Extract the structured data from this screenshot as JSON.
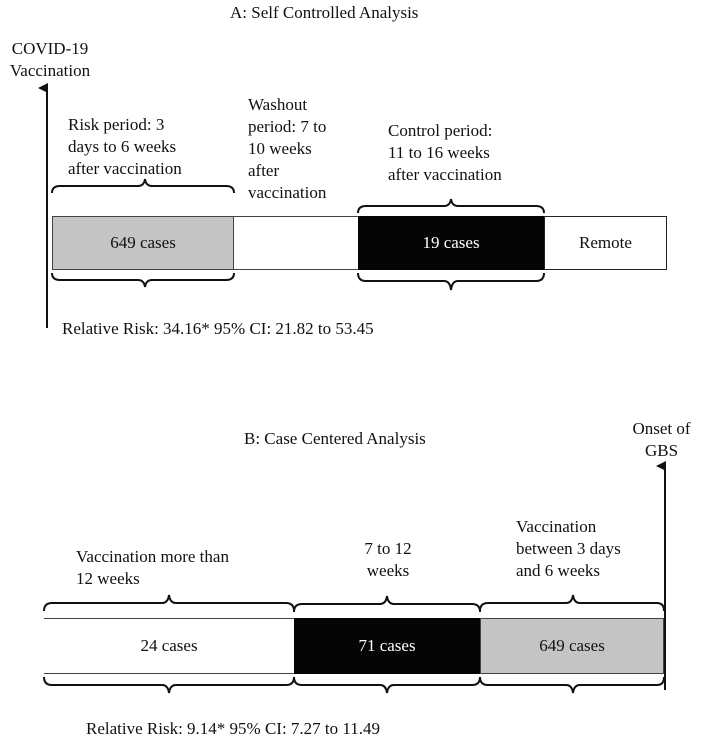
{
  "panel_a": {
    "title": "A: Self Controlled Analysis",
    "axis_label": "COVID-19\nVaccination",
    "risk_label": "Risk period: 3\ndays to 6 weeks\nafter vaccination",
    "washout_label": "Washout\nperiod: 7 to\n10 weeks\nafter\nvaccination",
    "control_label": "Control period:\n11 to 16 weeks\nafter vaccination",
    "risk_cases": "649 cases",
    "control_cases": "19 cases",
    "remote_label": "Remote",
    "result": "Relative Risk:  34.16*  95% CI: 21.82 to 53.45"
  },
  "panel_b": {
    "title": "B: Case Centered Analysis",
    "axis_label": "Onset of\nGBS",
    "early_label": "Vaccination more than\n12 weeks",
    "mid_label": "7 to 12\nweeks",
    "recent_label": "Vaccination\nbetween 3 days\nand 6 weeks",
    "early_cases": "24 cases",
    "mid_cases": "71 cases",
    "recent_cases": "649 cases",
    "result": "Relative Risk:  9.14*  95% CI: 7.27 to 11.49"
  },
  "colors": {
    "gray": "#c4c4c4",
    "black": "#050505",
    "white": "#ffffff",
    "line": "#111111"
  }
}
